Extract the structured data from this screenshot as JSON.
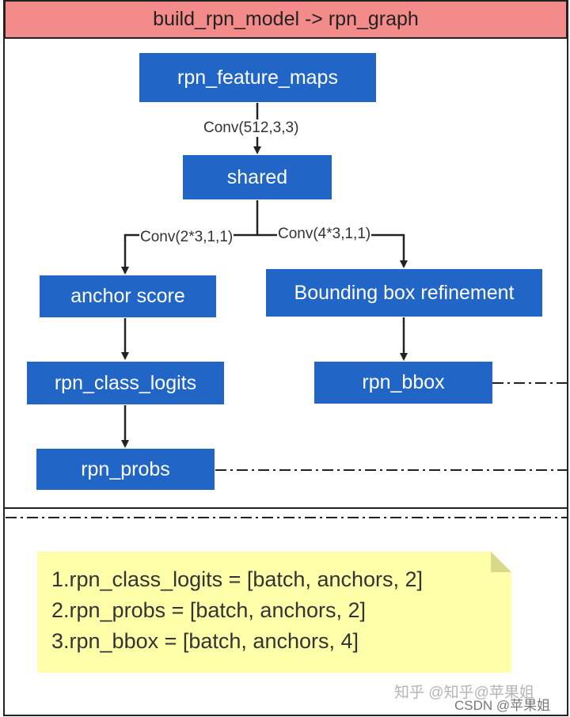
{
  "title": "build_rpn_model -> rpn_graph",
  "nodes": {
    "feature_maps": "rpn_feature_maps",
    "shared": "shared",
    "anchor_score": "anchor score",
    "bbox_refinement": "Bounding box refinement",
    "class_logits": "rpn_class_logits",
    "rpn_bbox": "rpn_bbox",
    "rpn_probs": "rpn_probs"
  },
  "edges": {
    "conv_shared": "Conv(512,3,3)",
    "conv_score": "Conv(2*3,1,1)",
    "conv_bbox": "Conv(4*3,1,1)"
  },
  "note": {
    "lines": [
      "1.rpn_class_logits = [batch, anchors, 2]",
      "2.rpn_probs = [batch, anchors, 2]",
      "3.rpn_bbox = [batch, anchors, 4]"
    ]
  },
  "watermark": {
    "zhihu": "知乎 @知乎@苹果姐",
    "csdn": "CSDN @苹果姐"
  },
  "colors": {
    "node_fill": "#2166c6",
    "title_fill": "#f48b8b",
    "note_fill": "#ffffaa",
    "note_fold": "#d9d98a"
  }
}
